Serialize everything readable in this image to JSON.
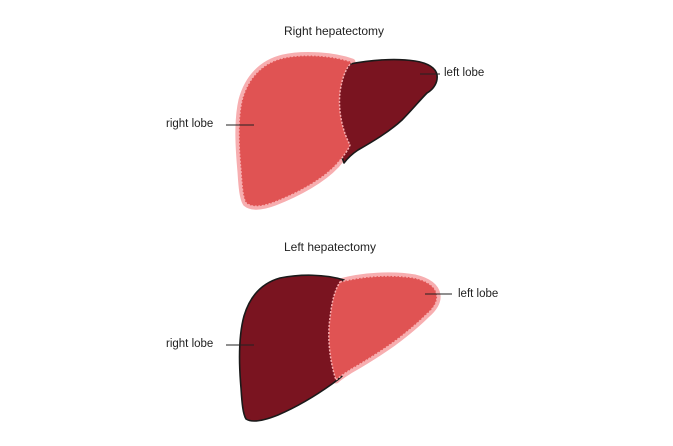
{
  "panels": [
    {
      "title": "Right hepatectomy",
      "left_label": "right lobe",
      "right_label": "left lobe",
      "resected": "right lobe"
    },
    {
      "title": "Left hepatectomy",
      "left_label": "right lobe",
      "right_label": "left lobe",
      "resected": "left lobe"
    }
  ],
  "colors": {
    "resected_fill": "#e05353",
    "resected_halo": "#f7aeb0",
    "remaining_fill": "#7a1420",
    "outline": "#1a1a1a",
    "leader_line": "#222222"
  }
}
